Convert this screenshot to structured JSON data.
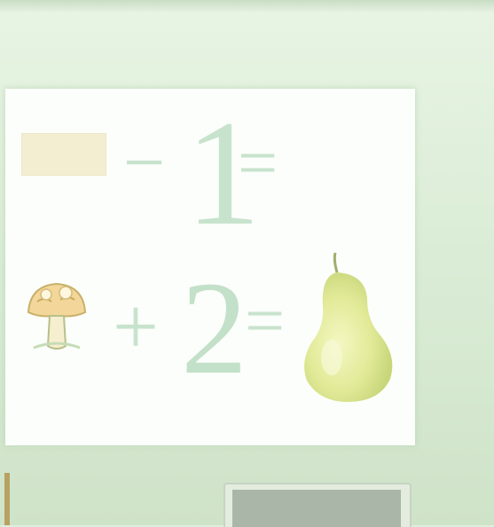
{
  "slide": {
    "row1": {
      "operator": "−",
      "number": "1",
      "equals": "="
    },
    "row2": {
      "operator": "+",
      "number": "2",
      "equals": "="
    }
  },
  "icons": {
    "mushroom": "mushroom-icon",
    "pear": "pear-icon",
    "tile": "yellow-tile"
  },
  "colors": {
    "screen": "#fbfefa",
    "digits": "#c8e3cd",
    "pear": "#e4ec9a",
    "mushroom_cap": "#f3d79a",
    "wall": "#dfeedd"
  }
}
